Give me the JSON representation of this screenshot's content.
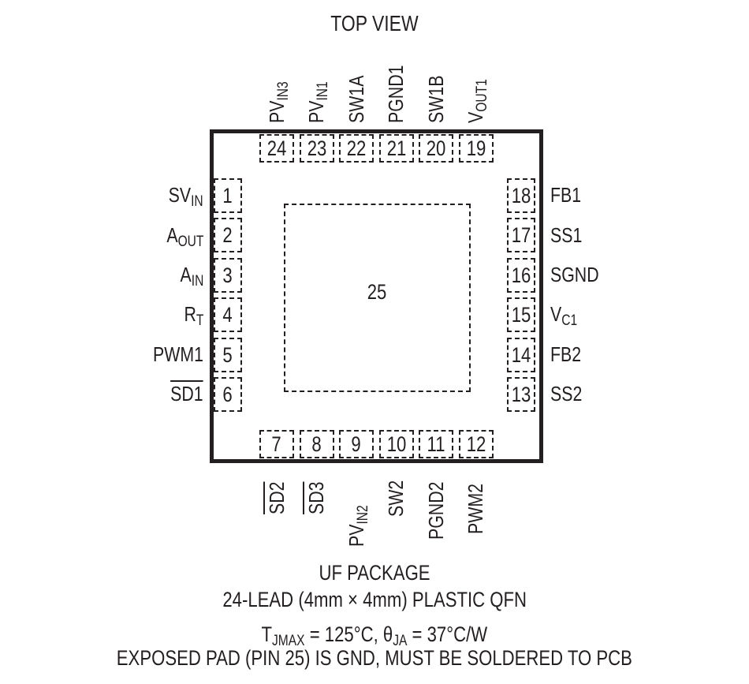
{
  "diagram": {
    "title": "TOP VIEW",
    "exposed_pad": {
      "number": "25"
    },
    "pins_top": [
      {
        "number": "24",
        "name": "PV",
        "sub": "IN3"
      },
      {
        "number": "23",
        "name": "PV",
        "sub": "IN1"
      },
      {
        "number": "22",
        "name": "SW1A",
        "sub": ""
      },
      {
        "number": "21",
        "name": "PGND1",
        "sub": ""
      },
      {
        "number": "20",
        "name": "SW1B",
        "sub": ""
      },
      {
        "number": "19",
        "name": "V",
        "sub": "OUT1"
      }
    ],
    "pins_left": [
      {
        "number": "1",
        "name": "SV",
        "sub": "IN"
      },
      {
        "number": "2",
        "name": "A",
        "sub": "OUT"
      },
      {
        "number": "3",
        "name": "A",
        "sub": "IN"
      },
      {
        "number": "4",
        "name": "R",
        "sub": "T"
      },
      {
        "number": "5",
        "name": "PWM1",
        "sub": ""
      },
      {
        "number": "6",
        "name": "SD1",
        "sub": "",
        "overline": true
      }
    ],
    "pins_right": [
      {
        "number": "18",
        "name": "FB1",
        "sub": ""
      },
      {
        "number": "17",
        "name": "SS1",
        "sub": ""
      },
      {
        "number": "16",
        "name": "SGND",
        "sub": ""
      },
      {
        "number": "15",
        "name": "V",
        "sub": "C1"
      },
      {
        "number": "14",
        "name": "FB2",
        "sub": ""
      },
      {
        "number": "13",
        "name": "SS2",
        "sub": ""
      }
    ],
    "pins_bottom": [
      {
        "number": "7",
        "name": "SD2",
        "sub": "",
        "overline": true
      },
      {
        "number": "8",
        "name": "SD3",
        "sub": "",
        "overline": true
      },
      {
        "number": "9",
        "name": "PV",
        "sub": "IN2"
      },
      {
        "number": "10",
        "name": "SW2",
        "sub": ""
      },
      {
        "number": "11",
        "name": "PGND2",
        "sub": ""
      },
      {
        "number": "12",
        "name": "PWM2",
        "sub": ""
      }
    ],
    "caption": {
      "line1": "UF PACKAGE",
      "line2": "24-LEAD (4mm × 4mm) PLASTIC QFN",
      "line3_t": "T",
      "line3_t_sub": "JMAX",
      "line3_mid": " = 125°C, θ",
      "line3_theta_sub": "JA",
      "line3_end": " = 37°C/W",
      "line4": "EXPOSED PAD (PIN 25) IS GND, MUST BE SOLDERED TO PCB"
    }
  }
}
